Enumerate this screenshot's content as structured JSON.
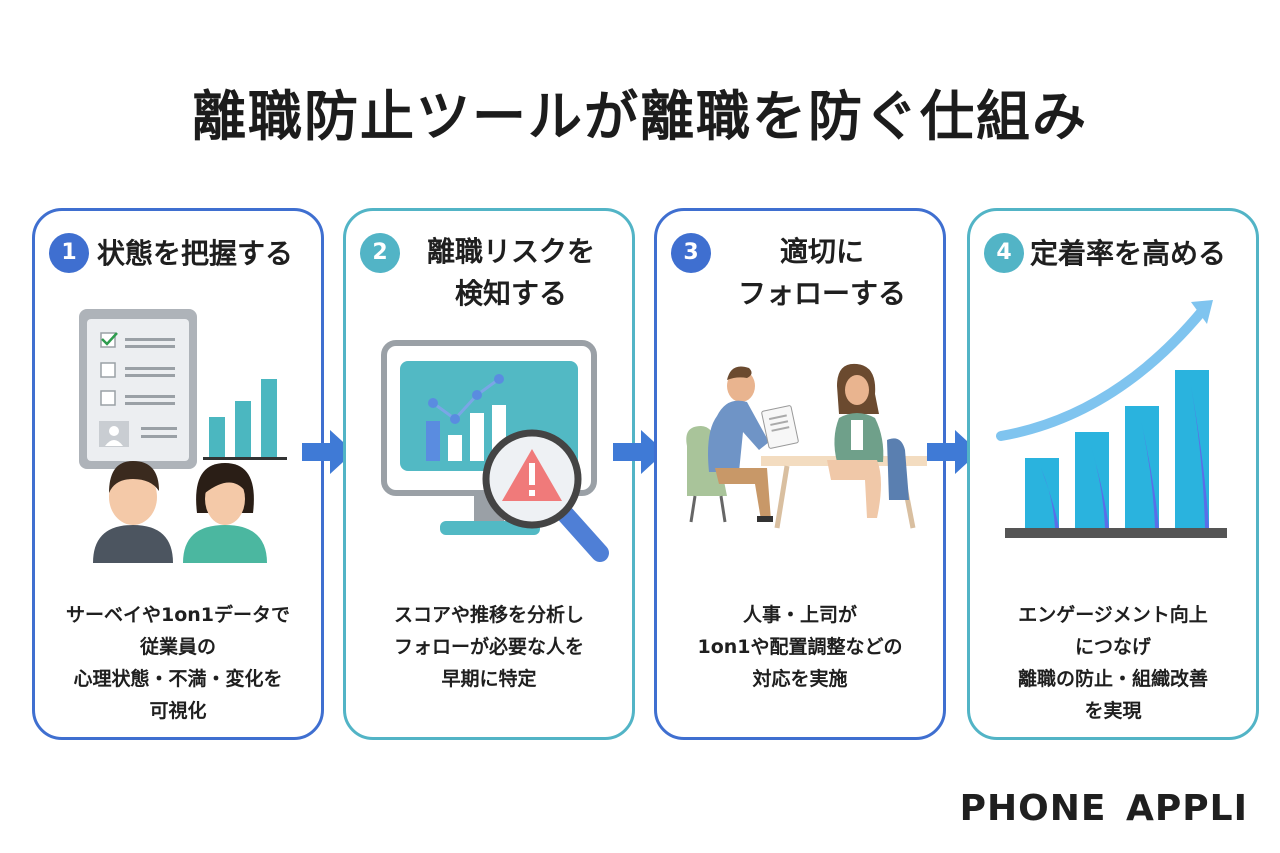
{
  "title": "離職防止ツールが離職を防ぐ仕組み",
  "steps": [
    {
      "number": "1",
      "heading": [
        "状態を把握する"
      ],
      "desc": [
        "サーベイや1on1データで",
        "従業員の",
        "心理状態・不満・変化を",
        "可視化"
      ]
    },
    {
      "number": "2",
      "heading": [
        "離職リスクを",
        "検知する"
      ],
      "desc": [
        "スコアや推移を分析し",
        "フォローが必要な人を",
        "早期に特定"
      ]
    },
    {
      "number": "3",
      "heading": [
        "適切に",
        "フォローする"
      ],
      "desc": [
        "人事・上司が",
        "1on1や配置調整などの",
        "対応を実施"
      ]
    },
    {
      "number": "4",
      "heading": [
        "定着率を高める"
      ],
      "desc": [
        "エンゲージメント向上",
        "につなげ",
        "離職の防止・組織改善",
        "を実現"
      ]
    }
  ],
  "logo": "PHONE APPLI",
  "colors": {
    "blue": "#3f6fd0",
    "teal": "#52b4c6",
    "arrow": "#3f7ad6"
  }
}
